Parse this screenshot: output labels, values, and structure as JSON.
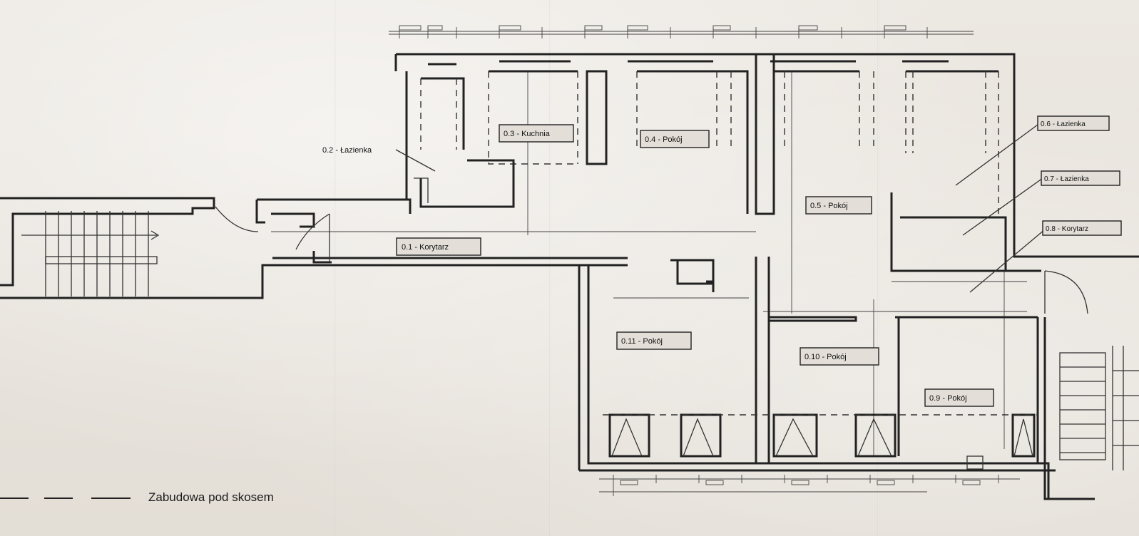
{
  "legend": {
    "dashed_label": "Zabudowa pod skosem"
  },
  "rooms": [
    {
      "id": "0.1",
      "label": "0.1 - Korytarz"
    },
    {
      "id": "0.2",
      "label": "0.2 - Łazienka"
    },
    {
      "id": "0.3",
      "label": "0.3 - Kuchnia"
    },
    {
      "id": "0.4",
      "label": "0.4 - Pokój"
    },
    {
      "id": "0.5",
      "label": "0.5 - Pokój"
    },
    {
      "id": "0.6",
      "label": "0.6 - Łazienka"
    },
    {
      "id": "0.7",
      "label": "0.7 - Łazienka"
    },
    {
      "id": "0.8",
      "label": "0.8 - Korytarz"
    },
    {
      "id": "0.9",
      "label": "0.9 - Pokój"
    },
    {
      "id": "0.10",
      "label": "0.10 - Pokój"
    },
    {
      "id": "0.11",
      "label": "0.11 - Pokój"
    }
  ]
}
